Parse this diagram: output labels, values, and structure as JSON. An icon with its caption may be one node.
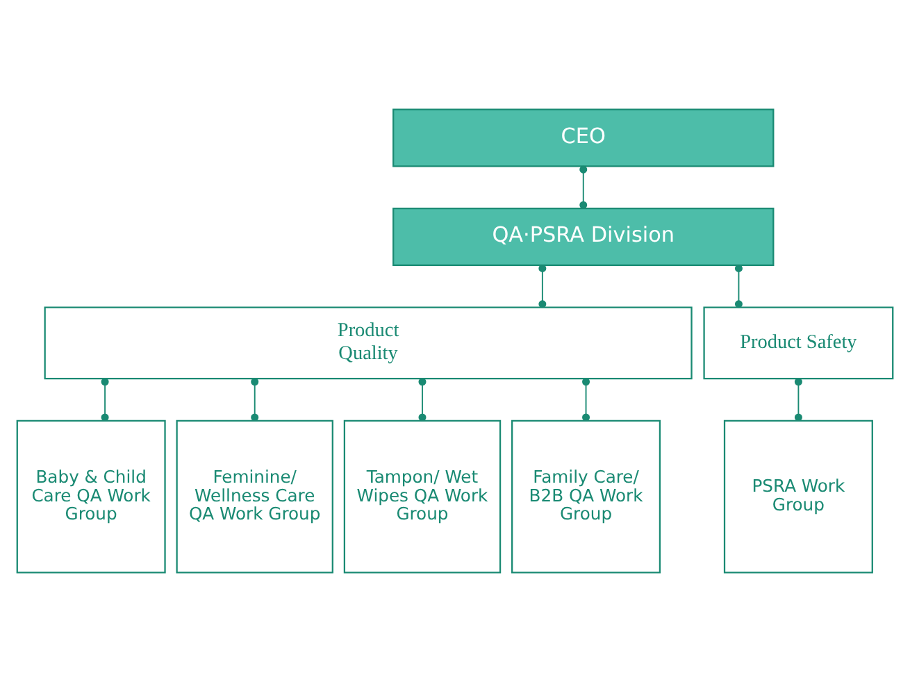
{
  "diagram": {
    "nodes": [
      {
        "text": [
          "CEO"
        ]
      },
      {
        "text": [
          "QA·PSRA Division"
        ]
      },
      {
        "text": [
          "Product Quality"
        ]
      },
      {
        "text": [
          "Product Safety"
        ]
      },
      {
        "text": [
          "Baby & Child Care QA Work Group"
        ]
      },
      {
        "text": [
          "Feminine/ Wellness Care QA Work Group"
        ]
      },
      {
        "text": [
          "Tampon/ Wet Wipes QA Work Group"
        ]
      },
      {
        "text": [
          "Family Care/ B2B QA Work Group"
        ]
      },
      {
        "text": [
          "PSRA Work Group"
        ]
      }
    ],
    "edges": [
      {
        "from": 0,
        "to": 1,
        "arrow": "other"
      },
      {
        "from": 1,
        "to": 2,
        "arrow": "other"
      },
      {
        "from": 1,
        "to": 3,
        "arrow": "other"
      },
      {
        "from": 2,
        "to": 4,
        "arrow": "other"
      },
      {
        "from": 2,
        "to": 5,
        "arrow": "other"
      },
      {
        "from": 2,
        "to": 6,
        "arrow": "other"
      },
      {
        "from": 2,
        "to": 7,
        "arrow": "other"
      },
      {
        "from": 3,
        "to": 8,
        "arrow": "other"
      }
    ]
  }
}
